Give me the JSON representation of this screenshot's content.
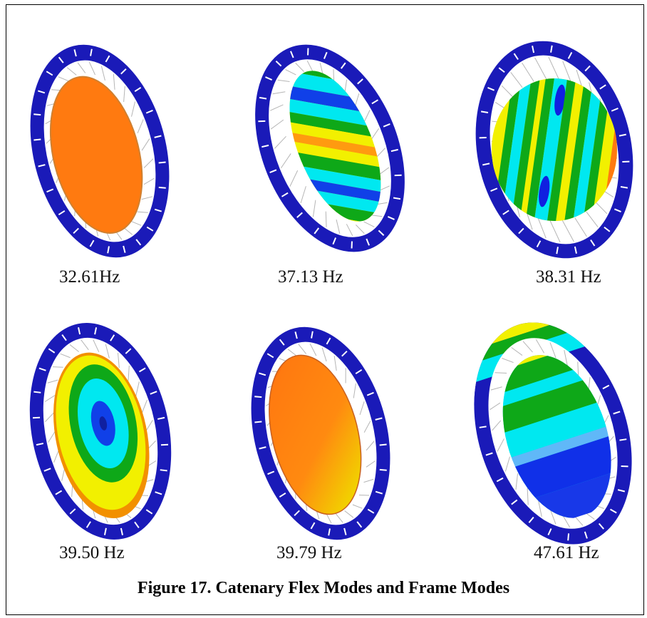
{
  "figure": {
    "caption": "Figure 17. Catenary Flex Modes and Frame Modes"
  },
  "modes": [
    {
      "frequency": "32.61Hz",
      "pattern": "uniform-orange"
    },
    {
      "frequency": "37.13 Hz",
      "pattern": "diagonal-bands"
    },
    {
      "frequency": "38.31 Hz",
      "pattern": "vertical-bands"
    },
    {
      "frequency": "39.50 Hz",
      "pattern": "concentric-rings"
    },
    {
      "frequency": "39.79 Hz",
      "pattern": "gradient-tilt"
    },
    {
      "frequency": "47.61 Hz",
      "pattern": "frame-mode-horizontal-bands"
    }
  ],
  "colors": {
    "frame_ring": "#1a1ab8",
    "frame_tick": "#ffffff",
    "catenary_line": "#b5b5b5",
    "orange": "#ff7a10",
    "yellow": "#f2f000",
    "green": "#0ea818",
    "cyan": "#00e8f0",
    "blue": "#1020e0",
    "red": "#e61010"
  }
}
